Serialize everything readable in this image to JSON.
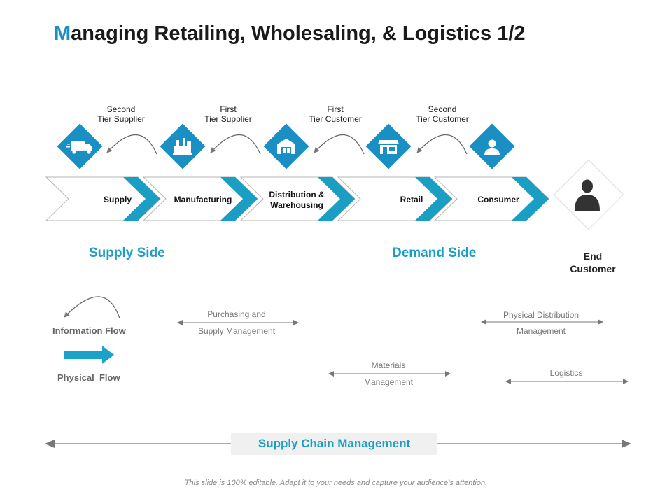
{
  "title": {
    "first_letter": "M",
    "rest": "anaging Retailing, Wholesaling, & Logistics 1/2"
  },
  "tiers": [
    {
      "line1": "Second",
      "line2": "Tier Supplier",
      "icon": "truck-icon"
    },
    {
      "line1": "First",
      "line2": "Tier Supplier",
      "icon": "factory-icon"
    },
    {
      "line1": "First",
      "line2": "Tier Customer",
      "icon": "warehouse-icon"
    },
    {
      "line1": "Second",
      "line2": "Tier Customer",
      "icon": "store-icon"
    },
    {
      "icon": "user-icon"
    }
  ],
  "stages": [
    {
      "line1": "Supply"
    },
    {
      "line1": "Manufacturing"
    },
    {
      "line1": "Distribution &",
      "line2": "Warehousing"
    },
    {
      "line1": "Retail"
    },
    {
      "line1": "Consumer"
    }
  ],
  "end_customer": {
    "line1": "End",
    "line2": "Customer",
    "icon": "person-icon"
  },
  "sides": {
    "supply": "Supply Side",
    "demand": "Demand Side"
  },
  "legend": {
    "information_flow": "Information Flow",
    "physical_flow": "Physical  Flow"
  },
  "flows": [
    {
      "line1": "Purchasing and",
      "line2": "Supply Management"
    },
    {
      "line1": "Materials",
      "line2": "Management"
    },
    {
      "line1": "Physical Distribution",
      "line2": "Management"
    },
    {
      "line1": "Logistics"
    }
  ],
  "scm": "Supply Chain Management",
  "footer": "This slide is 100% editable. Adapt it to your needs and capture your audience’s attention.",
  "colors": {
    "accent": "#1a8fc4",
    "accent_light": "#1aa3c8",
    "gray_arrow": "#777777",
    "text": "#1a1a1a"
  }
}
